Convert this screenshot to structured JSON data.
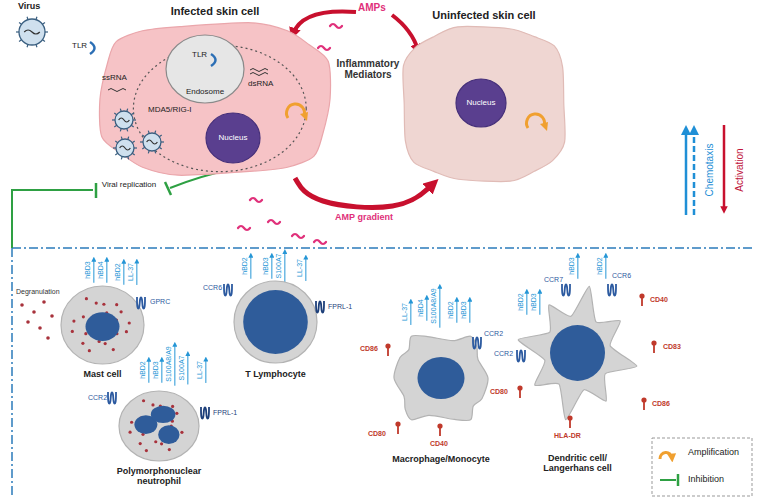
{
  "diagram": {
    "nodes": [
      {
        "text": [
          "Infected skin cell"
        ]
      },
      {
        "text": [
          "Endosome"
        ],
        "in": 0
      },
      {
        "text": [
          "Nucleus"
        ],
        "in": 0
      },
      {
        "text": [
          "Uninfected skin cell"
        ]
      },
      {
        "text": [
          "Nucleus"
        ],
        "in": 3
      },
      {
        "text": [
          "Mast cell"
        ]
      },
      {
        "text": [
          "Polymorphonuclear neutrophil"
        ]
      },
      {
        "text": [
          "T Lymphocyte"
        ]
      },
      {
        "text": [
          "Macrophage/Monocyte"
        ]
      },
      {
        "text": [
          "Dendritic cell/ Langerhans cell"
        ]
      }
    ],
    "edges": [
      {
        "from": 0,
        "to": 3,
        "arrow": "to",
        "label": "AMP gradient"
      }
    ],
    "labels": [
      "Virus",
      "TLR",
      "TLR",
      "dsRNA",
      "ssRNA",
      "MDA5/RIG-I",
      "Viral replication",
      "AMPs",
      "Inflammatory Mediators",
      "Chemotaxis",
      "Activation",
      "Degranulation",
      "hBD3",
      "hBD4",
      "hBD2",
      "LL-37",
      "GPRC",
      "CCR2",
      "hBD2",
      "hBD3",
      "S100A8/A9",
      "S100A7",
      "LL-37",
      "FPRL-1",
      "CCR6",
      "hBD2",
      "hBD3",
      "S100A7",
      "LL-37",
      "FPRL-1",
      "LL-37",
      "hBD4",
      "S100A8/A9",
      "hBD2",
      "hBD3",
      "CCR2",
      "CD86",
      "CD80",
      "CD40",
      "hBD2",
      "hBD3",
      "CCR2",
      "hBD3",
      "CCR7",
      "hBD2",
      "CCR6",
      "CD40",
      "CD83",
      "CD86",
      "CD80",
      "HLA-DR"
    ],
    "legend": [
      {
        "text": "Amplification"
      },
      {
        "text": "Inhibition"
      }
    ]
  }
}
